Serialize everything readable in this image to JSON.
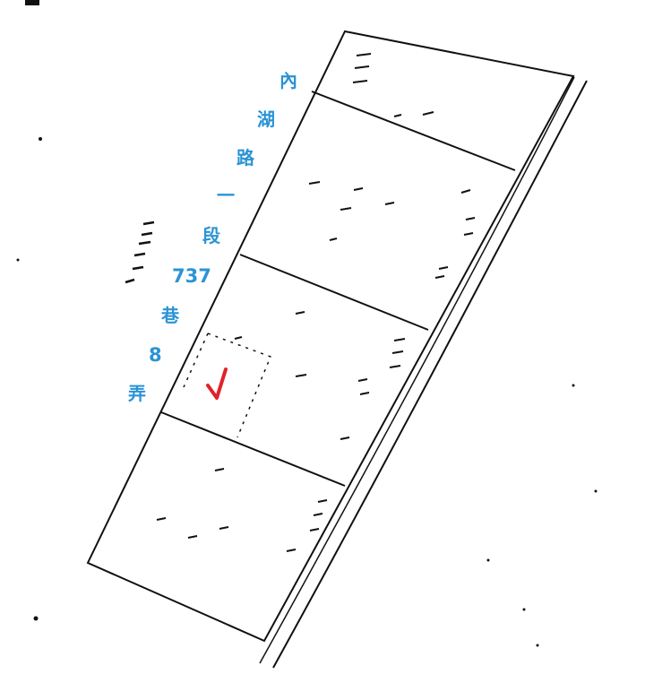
{
  "road_label": {
    "chars": [
      "內",
      "湖",
      "路",
      "一",
      "段",
      "737",
      "巷",
      "8",
      "弄"
    ],
    "color": "#2a93d5"
  },
  "mark_color": "#e0222a",
  "line_color": "#111111",
  "icons": {
    "check_mark": "red-check-mark-icon"
  }
}
